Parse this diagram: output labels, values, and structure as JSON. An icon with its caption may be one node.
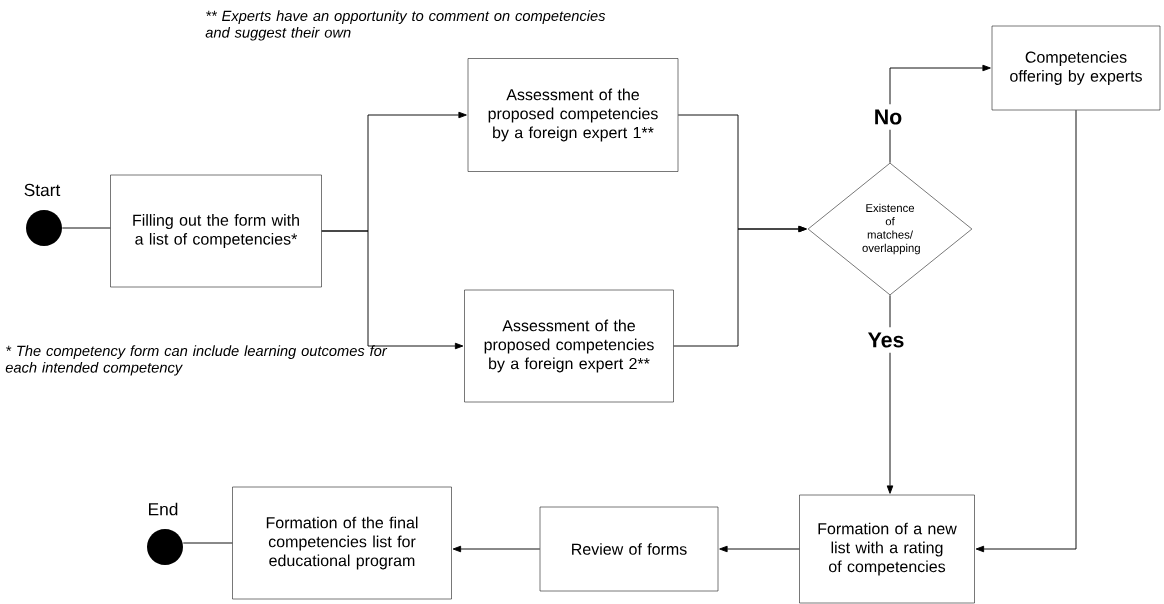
{
  "diagram": {
    "nodes": [
      {
        "text": [],
        "shape": "circle",
        "beside": [
          "Start"
        ]
      },
      {
        "text": [
          "Filling out the form with a list of competencies*"
        ]
      },
      {
        "text": [
          "Assessment of the proposed competencies by a foreign expert 1**"
        ]
      },
      {
        "text": [
          "Assessment of the proposed competencies by a foreign expert 2**"
        ]
      },
      {
        "text": [
          "Existence of matches/ overlapping"
        ]
      },
      {
        "text": [
          "Competencies offering by experts"
        ]
      },
      {
        "text": [
          "Formation of a new list with a rating of competencies"
        ]
      },
      {
        "text": [
          "Review of forms"
        ]
      },
      {
        "text": [
          "Formation of the final competencies list for educational program"
        ]
      },
      {
        "text": [],
        "shape": "circle",
        "beside": [
          "End"
        ]
      }
    ],
    "edges": [
      {
        "from": 0,
        "to": 1,
        "arrow": "none"
      },
      {
        "from": 1,
        "to": 2,
        "arrow": "to"
      },
      {
        "from": 1,
        "to": 3,
        "arrow": "to"
      },
      {
        "from": 2,
        "to": 4,
        "arrow": "to"
      },
      {
        "from": 3,
        "to": 4,
        "arrow": "to"
      },
      {
        "from": 4,
        "to": 5,
        "arrow": "to",
        "label": "No"
      },
      {
        "from": 4,
        "to": 6,
        "arrow": "to",
        "label": "Yes"
      },
      {
        "from": 5,
        "to": 6,
        "arrow": "to"
      },
      {
        "from": 6,
        "to": 7,
        "arrow": "to"
      },
      {
        "from": 7,
        "to": 8,
        "arrow": "to"
      },
      {
        "from": 8,
        "to": 9,
        "arrow": "none"
      }
    ],
    "labels": [
      "** Experts have an opportunity to comment on competencies and suggest their own",
      "* The competency form can include learning outcomes for each intended competency"
    ]
  }
}
